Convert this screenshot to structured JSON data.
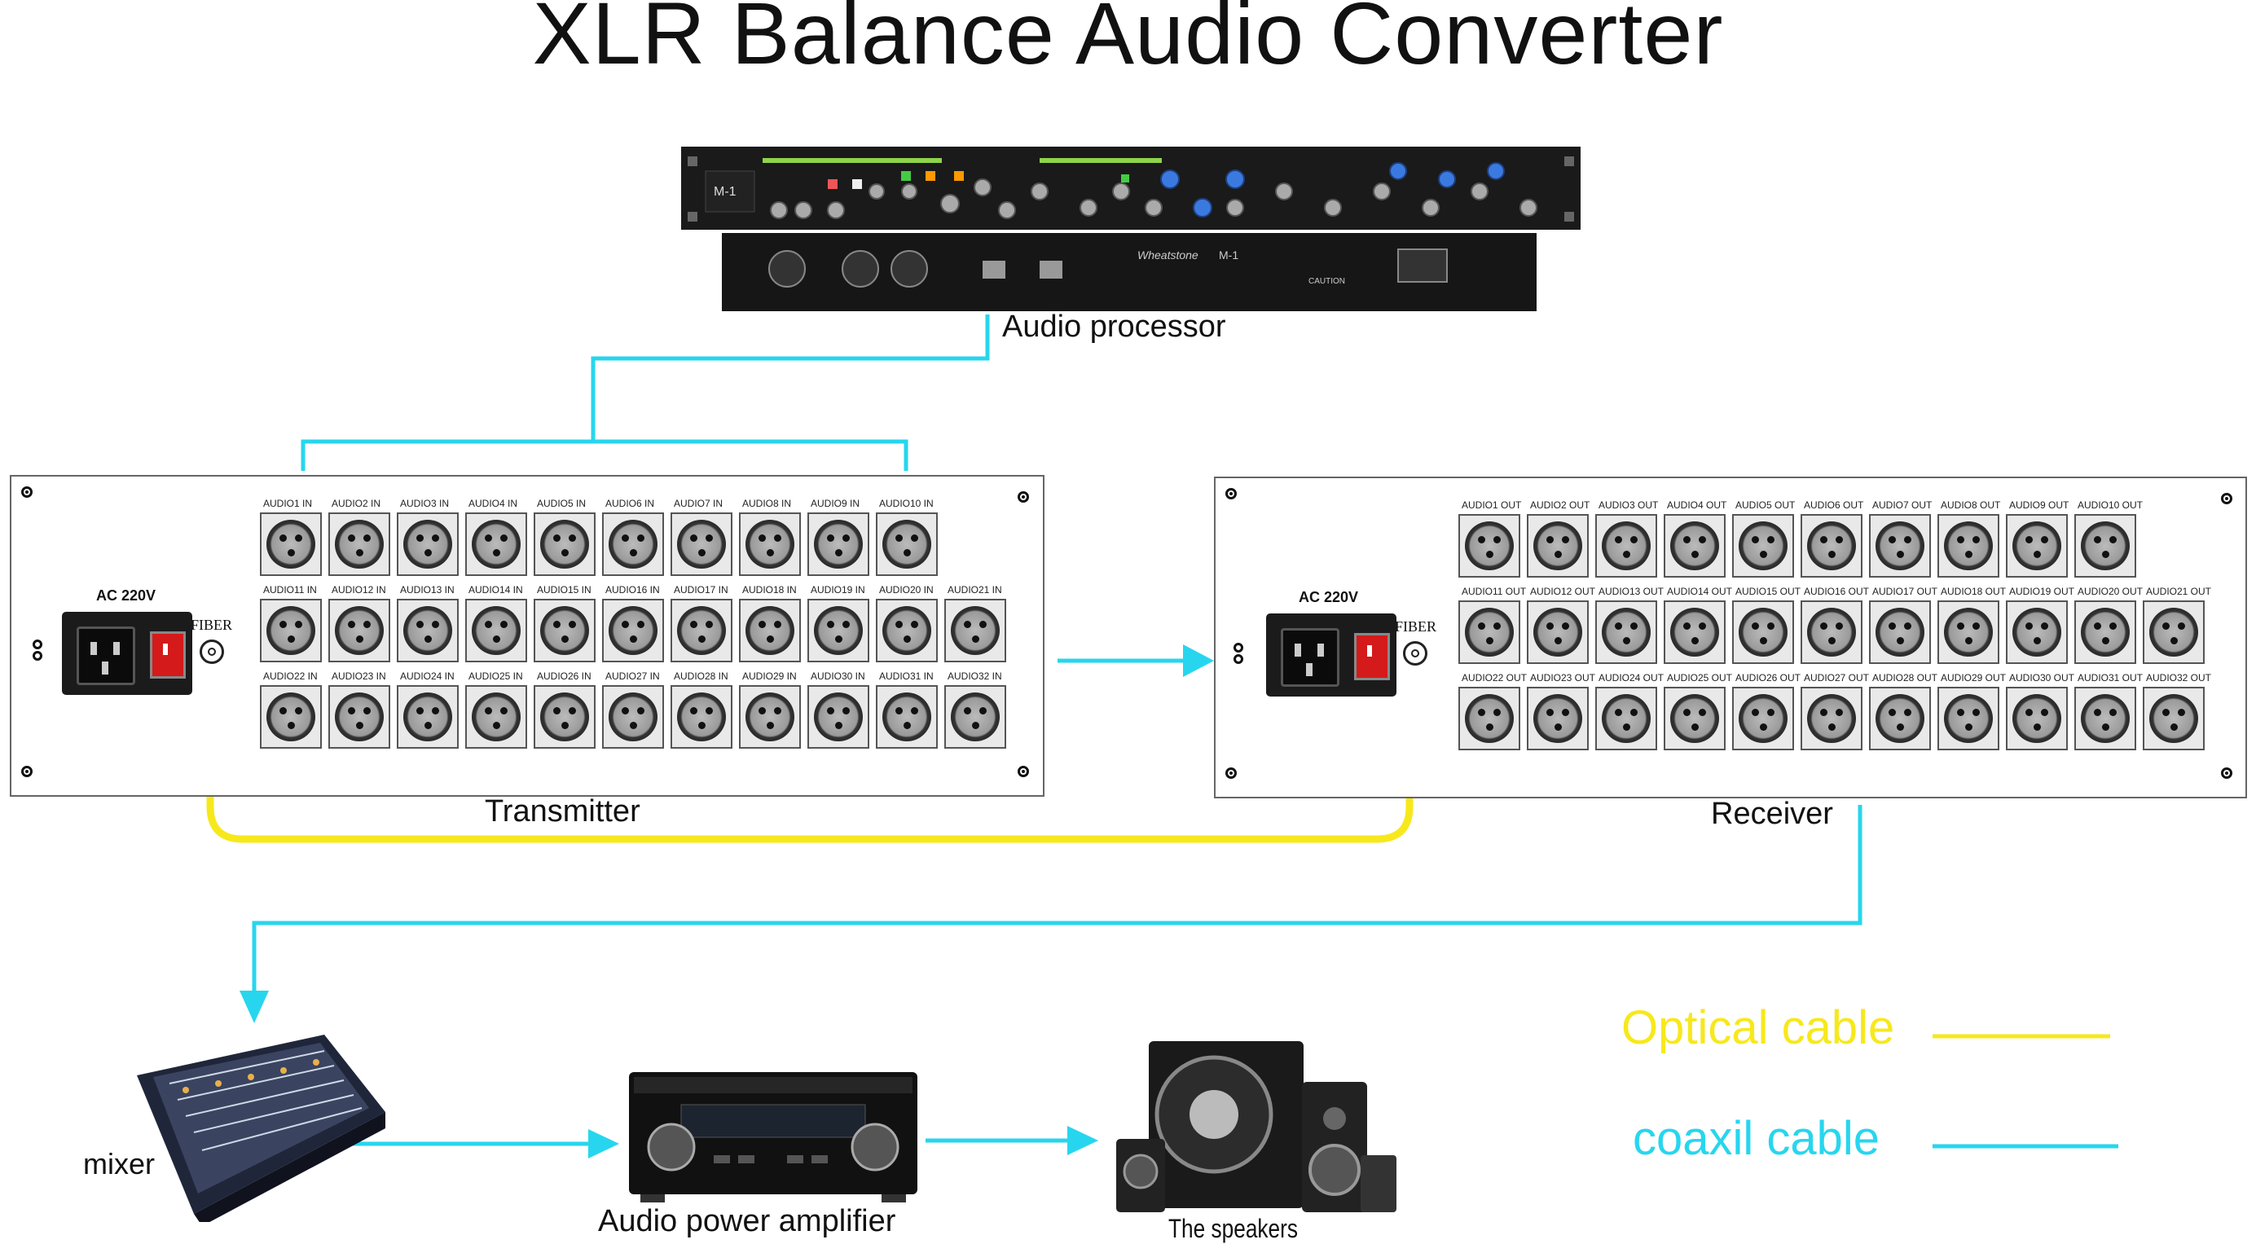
{
  "title": "XLR Balance Audio Converter",
  "devices": {
    "audio_processor": "Audio processor",
    "transmitter": "Transmitter",
    "receiver": "Receiver",
    "mixer": "mixer",
    "amplifier": "Audio power amplifier",
    "speakers": "The speakers"
  },
  "panel": {
    "power_label": "AC 220V",
    "fiber_label": "FIBER"
  },
  "transmitter_ports": [
    [
      "AUDIO1 IN",
      "AUDIO2 IN",
      "AUDIO3 IN",
      "AUDIO4 IN",
      "AUDIO5 IN",
      "AUDIO6 IN",
      "AUDIO7 IN",
      "AUDIO8 IN",
      "AUDIO9 IN",
      "AUDIO10 IN"
    ],
    [
      "AUDIO11 IN",
      "AUDIO12 IN",
      "AUDIO13 IN",
      "AUDIO14 IN",
      "AUDIO15 IN",
      "AUDIO16 IN",
      "AUDIO17 IN",
      "AUDIO18 IN",
      "AUDIO19 IN",
      "AUDIO20 IN",
      "AUDIO21 IN"
    ],
    [
      "AUDIO22 IN",
      "AUDIO23 IN",
      "AUDIO24 IN",
      "AUDIO25 IN",
      "AUDIO26 IN",
      "AUDIO27 IN",
      "AUDIO28 IN",
      "AUDIO29 IN",
      "AUDIO30 IN",
      "AUDIO31 IN",
      "AUDIO32 IN"
    ]
  ],
  "receiver_ports": [
    [
      "AUDIO1 OUT",
      "AUDIO2 OUT",
      "AUDIO3 OUT",
      "AUDIO4 OUT",
      "AUDIO5 OUT",
      "AUDIO6 OUT",
      "AUDIO7 OUT",
      "AUDIO8 OUT",
      "AUDIO9 OUT",
      "AUDIO10 OUT"
    ],
    [
      "AUDIO11 OUT",
      "AUDIO12 OUT",
      "AUDIO13 OUT",
      "AUDIO14 OUT",
      "AUDIO15 OUT",
      "AUDIO16 OUT",
      "AUDIO17 OUT",
      "AUDIO18 OUT",
      "AUDIO19 OUT",
      "AUDIO20 OUT",
      "AUDIO21 OUT"
    ],
    [
      "AUDIO22 OUT",
      "AUDIO23 OUT",
      "AUDIO24 OUT",
      "AUDIO25 OUT",
      "AUDIO26 OUT",
      "AUDIO27 OUT",
      "AUDIO28 OUT",
      "AUDIO29 OUT",
      "AUDIO30 OUT",
      "AUDIO31 OUT",
      "AUDIO32 OUT"
    ]
  ],
  "processor_text": {
    "brand": "Wheatstone",
    "model": "M-1",
    "caution": "CAUTION"
  },
  "legend": {
    "optical": "Optical cable",
    "coax": "coaxil cable"
  },
  "colors": {
    "optical": "#f7e81c",
    "coax": "#27d6ee",
    "arrow": "#27d6ee"
  }
}
